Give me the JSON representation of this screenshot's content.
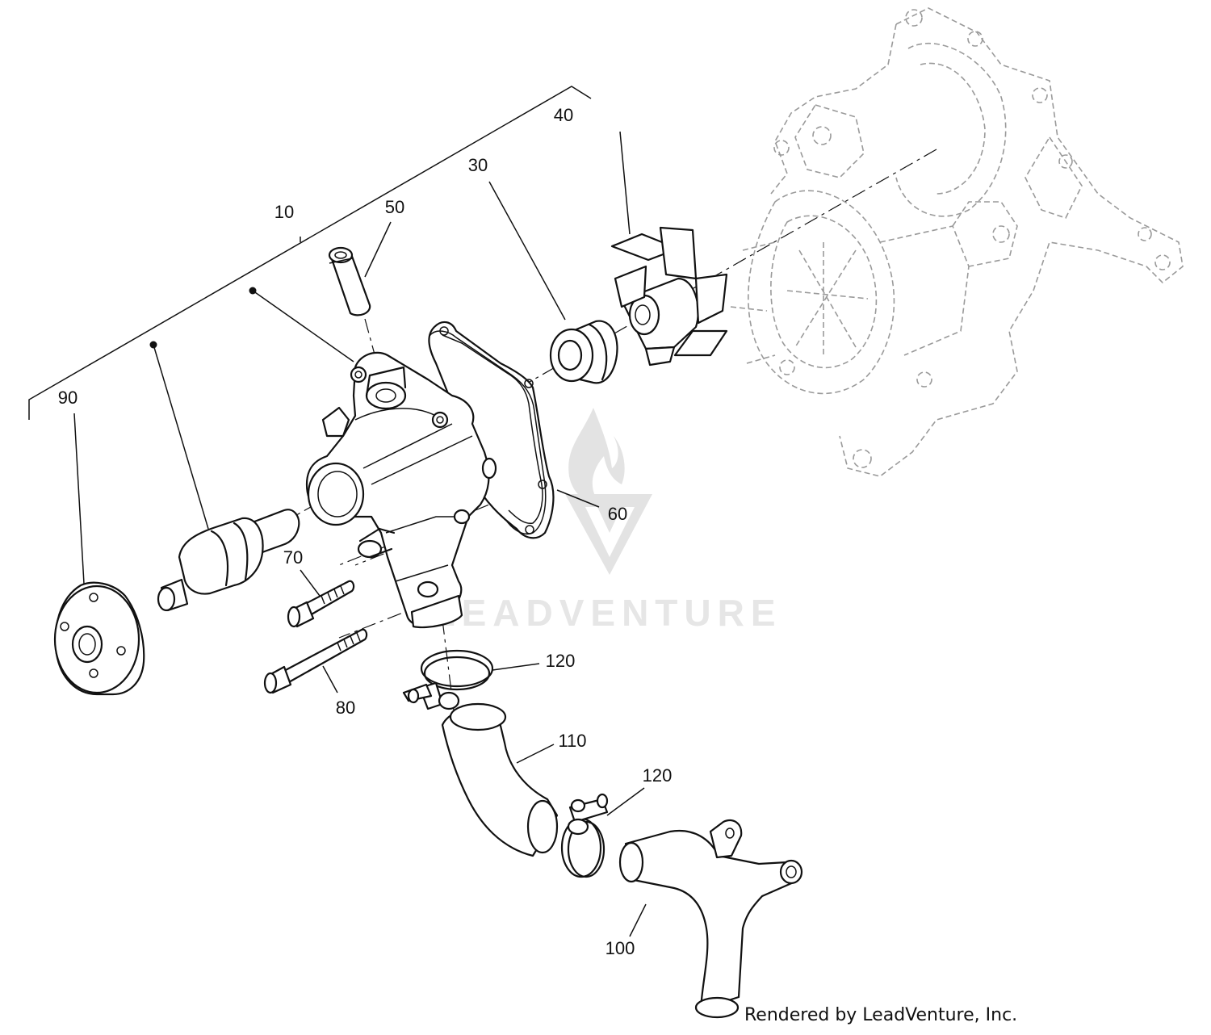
{
  "diagram": {
    "watermark": "LEADVENTURE",
    "credit": "Rendered by LeadVenture, Inc.",
    "callouts": [
      {
        "id": "10",
        "label": "10"
      },
      {
        "id": "30",
        "label": "30"
      },
      {
        "id": "40",
        "label": "40"
      },
      {
        "id": "50",
        "label": "50"
      },
      {
        "id": "60",
        "label": "60"
      },
      {
        "id": "70",
        "label": "70"
      },
      {
        "id": "80",
        "label": "80"
      },
      {
        "id": "90",
        "label": "90"
      },
      {
        "id": "100",
        "label": "100"
      },
      {
        "id": "110",
        "label": "110"
      },
      {
        "id": "120a",
        "label": "120"
      },
      {
        "id": "120b",
        "label": "120"
      }
    ]
  }
}
